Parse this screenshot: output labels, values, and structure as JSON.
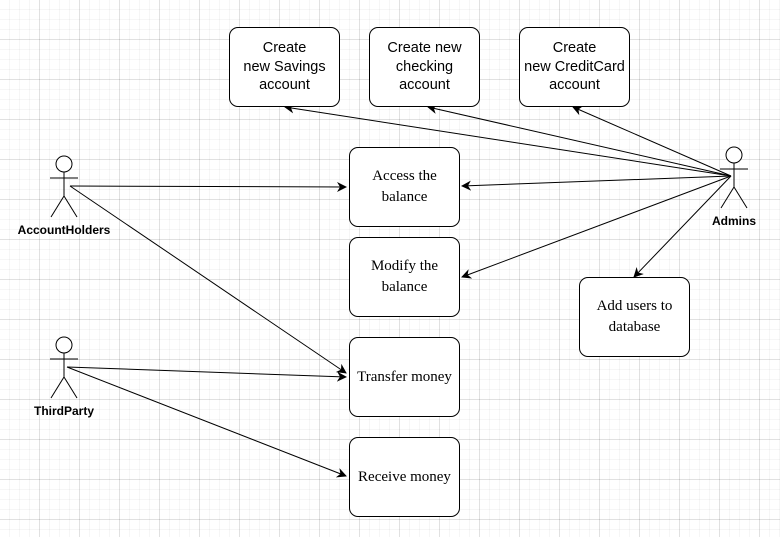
{
  "actors": {
    "account_holders": "AccountHolders",
    "third_party": "ThirdParty",
    "admins": "Admins"
  },
  "use_cases": {
    "create_savings": "Create\nnew Savings\naccount",
    "create_checking": "Create new\nchecking\naccount",
    "create_creditcard": "Create\nnew CreditCard\naccount",
    "access_balance": "Access the\nbalance",
    "modify_balance": "Modify the\nbalance",
    "add_users": "Add users to\ndatabase",
    "transfer_money": "Transfer money",
    "receive_money": "Receive money"
  },
  "edges": [
    {
      "from": "AccountHolders",
      "to": "Access the balance"
    },
    {
      "from": "AccountHolders",
      "to": "Transfer money"
    },
    {
      "from": "ThirdParty",
      "to": "Transfer money"
    },
    {
      "from": "ThirdParty",
      "to": "Receive money"
    },
    {
      "from": "Admins",
      "to": "Create new Savings account"
    },
    {
      "from": "Admins",
      "to": "Create new checking account"
    },
    {
      "from": "Admins",
      "to": "Create new CreditCard account"
    },
    {
      "from": "Admins",
      "to": "Access the balance"
    },
    {
      "from": "Admins",
      "to": "Modify the balance"
    },
    {
      "from": "Admins",
      "to": "Add users to database"
    }
  ]
}
